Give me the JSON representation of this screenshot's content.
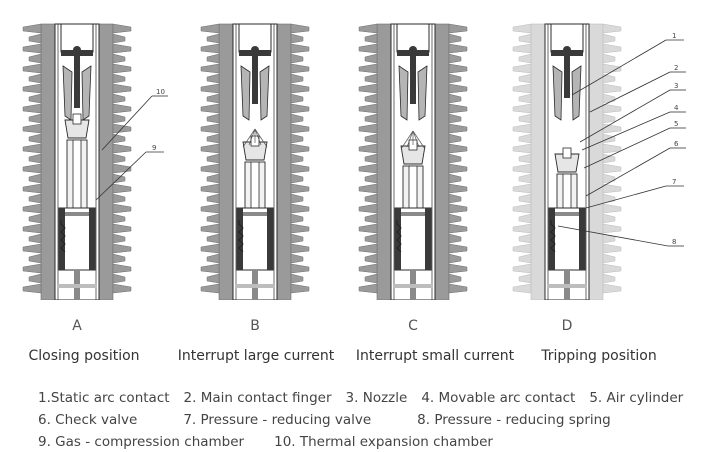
{
  "panels": [
    {
      "letter": "A",
      "caption": "Closing position",
      "state": "closed"
    },
    {
      "letter": "B",
      "caption": "Interrupt large current",
      "state": "large"
    },
    {
      "letter": "C",
      "caption": "Interrupt small current",
      "state": "small"
    },
    {
      "letter": "D",
      "caption": "Tripping position",
      "state": "tripped"
    }
  ],
  "callouts_a": [
    "10",
    "9"
  ],
  "callouts_d": [
    "1",
    "2",
    "3",
    "4",
    "5",
    "6",
    "7",
    "8"
  ],
  "legend": {
    "row1": [
      "1.Static arc contact",
      "2. Main contact finger",
      "3. Nozzle",
      "4. Movable arc contact",
      "5. Air cylinder"
    ],
    "row2": [
      "6. Check valve",
      "7. Pressure - reducing valve",
      "8. Pressure - reducing spring"
    ],
    "row3": [
      "9. Gas - compression chamber",
      "10. Thermal expansion chamber"
    ]
  },
  "colors": {
    "insulator": "#9a9a9a",
    "insulator_faded": "#d9d9d9",
    "outline": "#2b2b2b",
    "metal_dark": "#3a3a3a",
    "metal_mid": "#8a8a8a",
    "light": "#f2f2f2"
  }
}
